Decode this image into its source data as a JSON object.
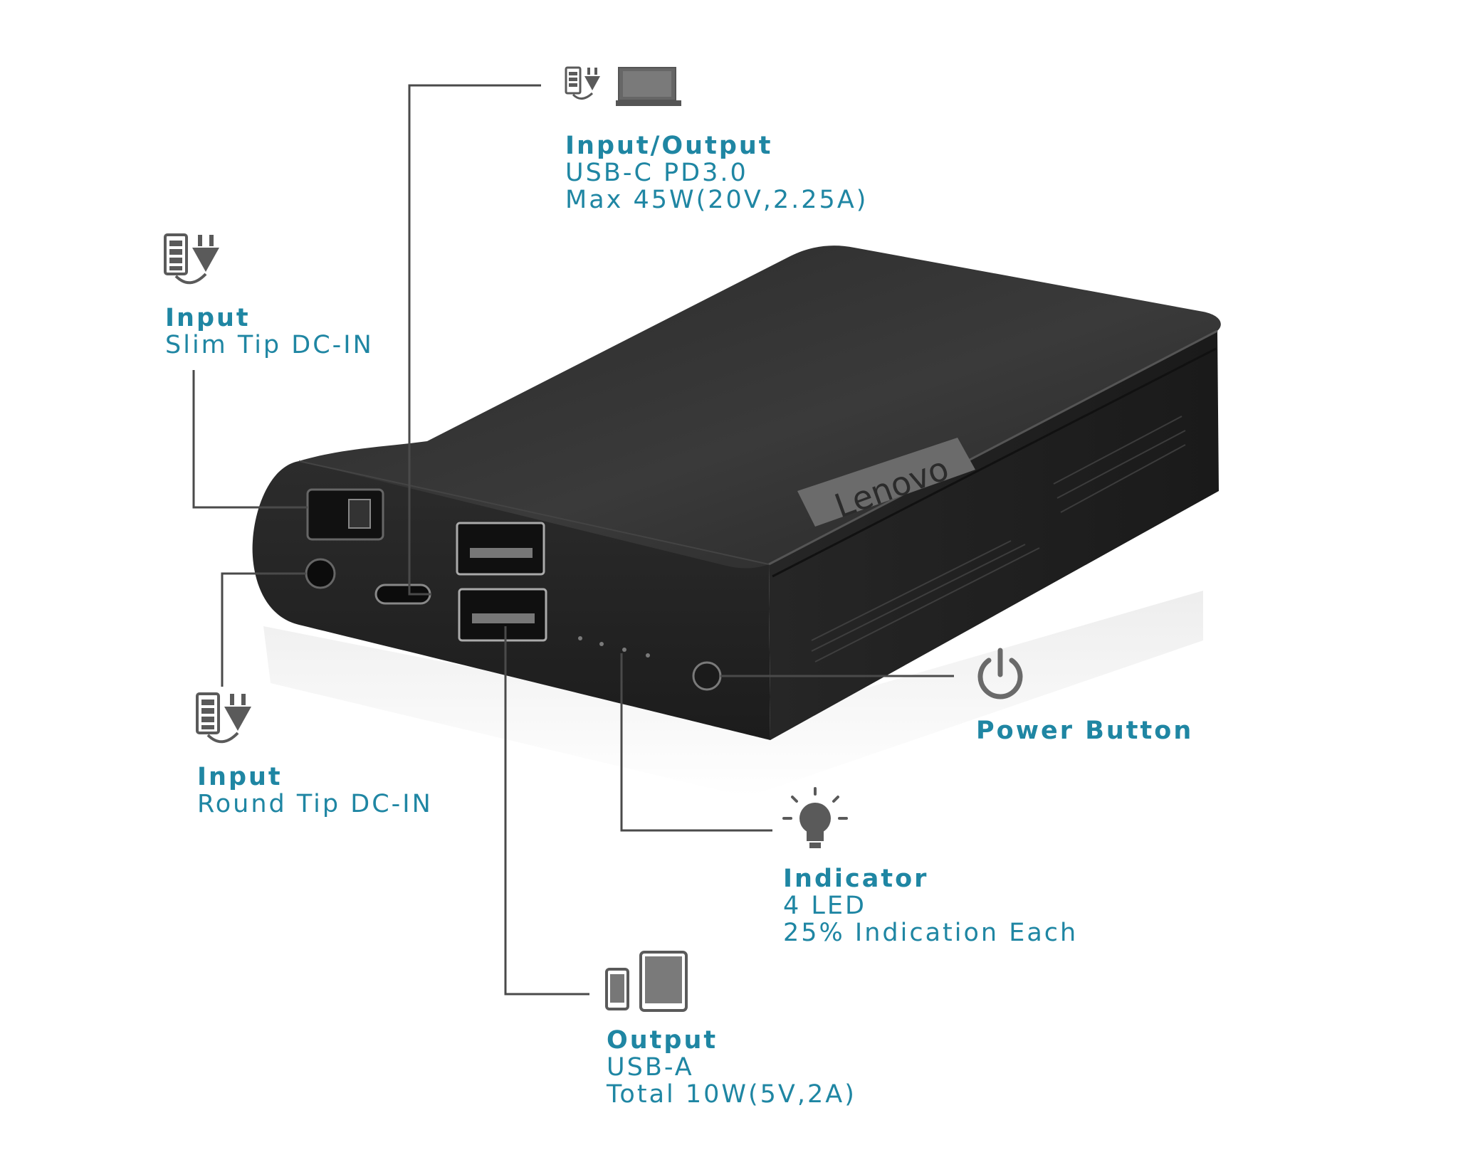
{
  "callouts": {
    "usbc": {
      "title": "Input/Output",
      "line1": "USB-C PD3.0",
      "line2": "Max 45W(20V,2.25A)"
    },
    "slim": {
      "title": "Input",
      "line1": "Slim Tip DC-IN"
    },
    "round": {
      "title": "Input",
      "line1": "Round Tip DC-IN"
    },
    "power": {
      "title": "Power Button"
    },
    "indicator": {
      "title": "Indicator",
      "line1": "4 LED",
      "line2": "25% Indication Each"
    },
    "usba": {
      "title": "Output",
      "line1": "USB-A",
      "line2": "Total 10W(5V,2A)"
    }
  },
  "device": {
    "brand": "Lenovo"
  },
  "colors": {
    "label": "#1f86a3",
    "leader": "#4a4a4a",
    "icon": "#5a5a5a",
    "body": "#2e2e2e"
  },
  "icons": [
    "battery-plug-icon",
    "laptop-icon",
    "power-icon",
    "lightbulb-icon",
    "phone-icon",
    "tablet-icon"
  ]
}
